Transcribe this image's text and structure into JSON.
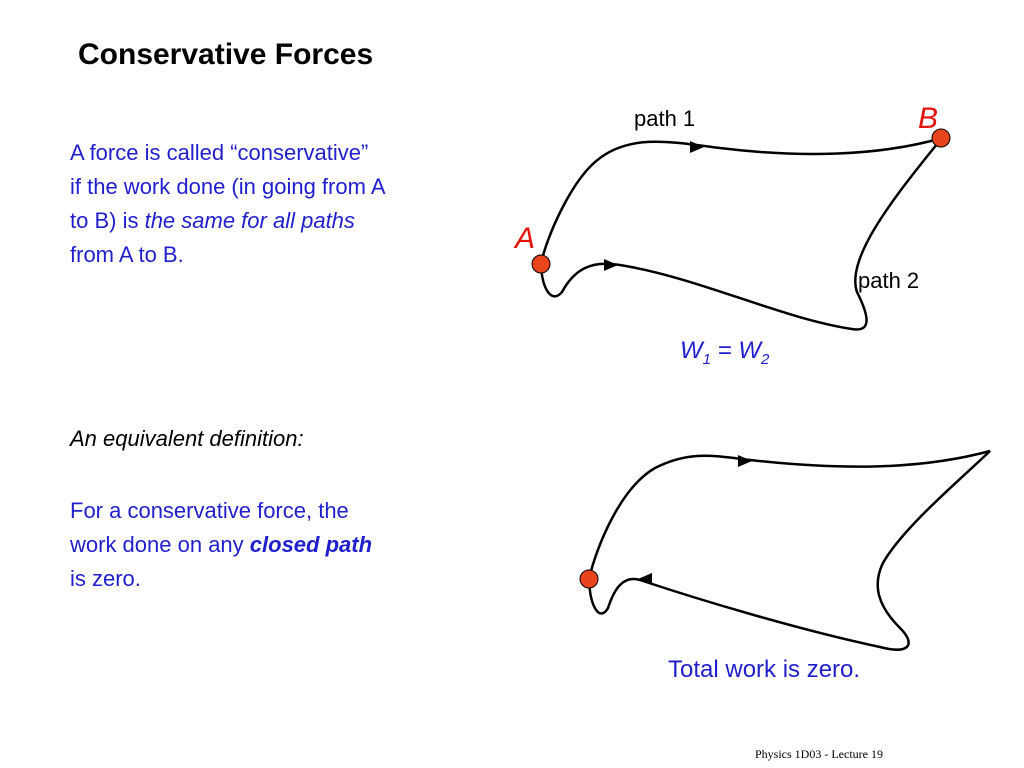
{
  "title": "Conservative Forces",
  "definition": {
    "line1": "A force is called “conservative”",
    "line2": "if the work done (in going from A",
    "line3_prefix": "to B) is ",
    "line3_emph": "the same for all paths",
    "line4": "from A to B."
  },
  "diagram1": {
    "path1_label": "path 1",
    "path2_label": "path 2",
    "point_a": "A",
    "point_b": "B",
    "equation": {
      "w": "W",
      "sub1": "1",
      "eq": " = ",
      "sub2": "2"
    }
  },
  "equivalent": {
    "heading": "An equivalent definition:",
    "line1": "For a conservative force, the",
    "line2_prefix": "work done on any ",
    "line2_emph": "closed path",
    "line3": "is zero."
  },
  "diagram2": {
    "caption": "Total work is zero."
  },
  "footer": "Physics 1D03 - Lecture 19",
  "colors": {
    "text_blue": "#1f1fcc",
    "point_red": "#e3120b",
    "dot_fill": "#e8451e"
  }
}
